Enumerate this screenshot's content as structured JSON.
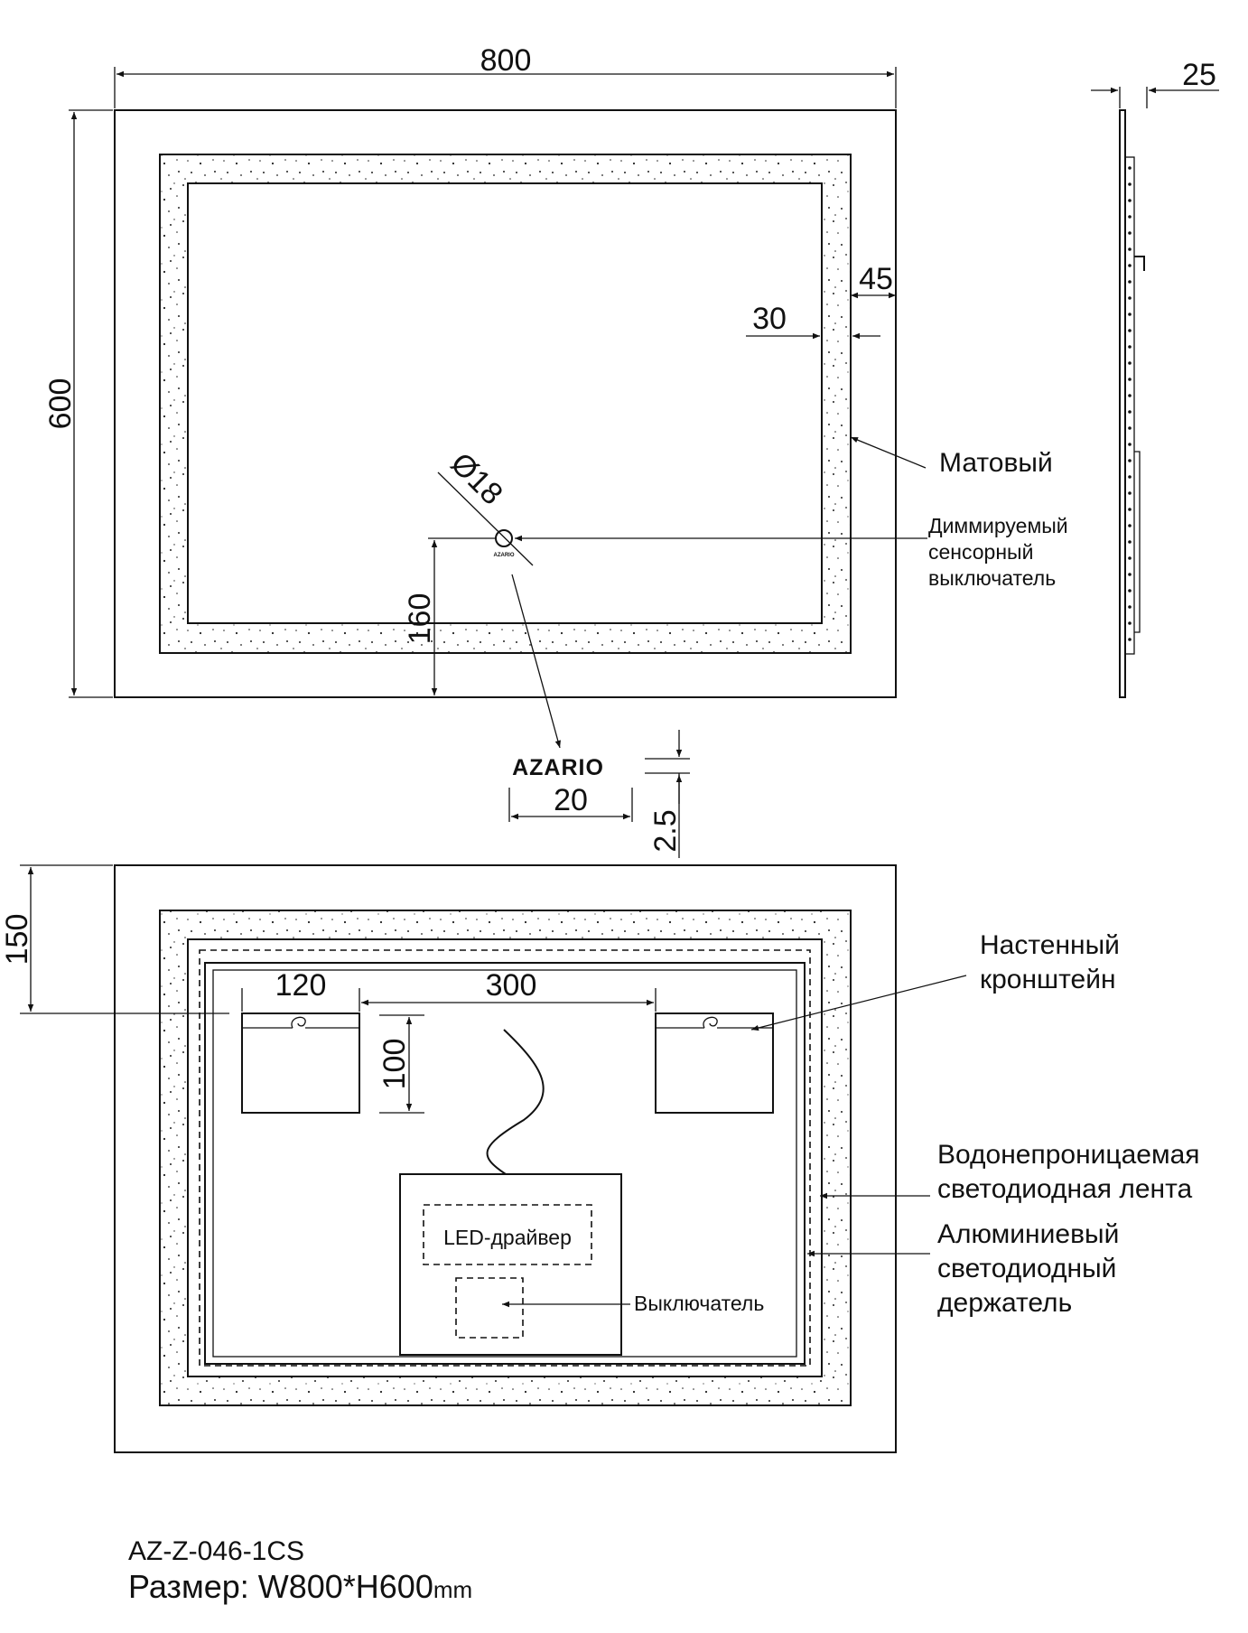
{
  "front_view": {
    "width_dim": "800",
    "height_dim": "600",
    "border_dim": "45",
    "inner_dim": "30",
    "switch_diameter": "Ø18",
    "switch_offset": "160",
    "frosted_label": "Матовый",
    "switch_label": [
      "Диммируемый",
      "сенсорный",
      "выключатель"
    ],
    "switch_brand": "AZARIO"
  },
  "logo_detail": {
    "brand": "AZARIO",
    "logo_width": "20",
    "logo_height": "2.5"
  },
  "side_view": {
    "depth_dim": "25"
  },
  "back_view": {
    "top_offset": "150",
    "bracket_width": "120",
    "bracket_spacing": "300",
    "bracket_height": "100",
    "bracket_label": [
      "Настенный",
      "кронштейн"
    ],
    "strip_label": [
      "Водонепроницаемая",
      "светодиодная лента"
    ],
    "holder_label": [
      "Алюминиевый",
      "светодиодный",
      "держатель"
    ],
    "driver_label": "LED-драйвер",
    "switch_box_label": "Выключатель"
  },
  "footer": {
    "model": "AZ-Z-046-1CS",
    "size_prefix": "Размер: W800*H600",
    "size_unit": "mm"
  }
}
